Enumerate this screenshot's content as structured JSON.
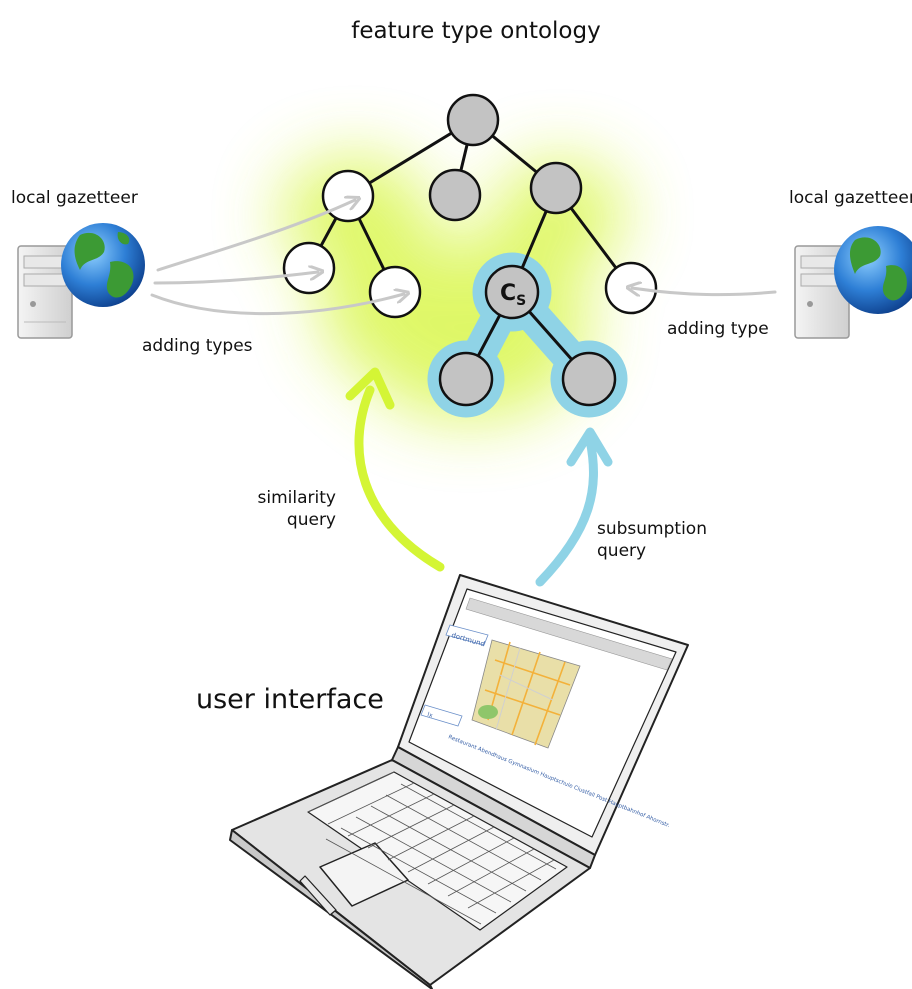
{
  "title": "feature type ontology",
  "gazetteers": {
    "left": {
      "label": "local gazetteer",
      "action": "adding types"
    },
    "right": {
      "label": "local gazetteer",
      "action": "adding type"
    }
  },
  "queries": {
    "similarity": {
      "line1": "similarity",
      "line2": "query",
      "color": "#d4f535"
    },
    "subsumption": {
      "line1": "subsumption",
      "line2": "query",
      "color": "#8fd3e6"
    }
  },
  "node_label": {
    "main": "C",
    "sub": "S"
  },
  "user_interface": {
    "label": "user interface"
  },
  "screen": {
    "search_value": "dortmund",
    "type_value": "lx",
    "result_links": "Restaurant Abendhaus Gymnasium Hauptschule Clustfall Post Hauptbahnhof Ahornstr."
  },
  "colors": {
    "gray_node": "#c3c3c3",
    "white_node": "#ffffff",
    "similarity_glow": "#d4f535",
    "subsumption_highlight": "#8fd3e6",
    "arrow_gray": "#c8c8c8"
  }
}
